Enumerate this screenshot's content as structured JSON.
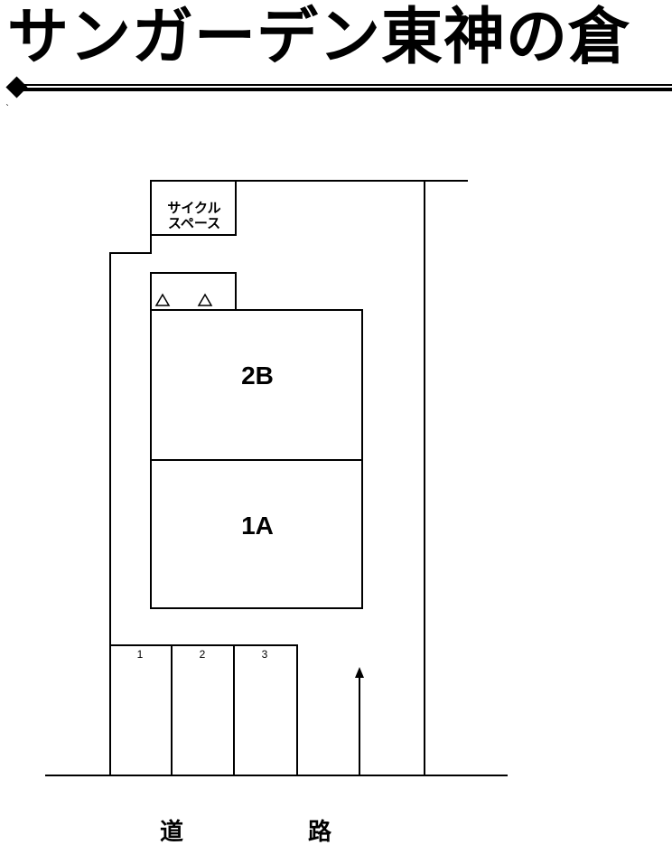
{
  "title": "サンガーデン東神の倉",
  "cycle_space": {
    "line1": "サイクル",
    "line2": "スペース"
  },
  "units": {
    "upper": "2B",
    "lower": "1A"
  },
  "parking": [
    "1",
    "2",
    "3"
  ],
  "road": {
    "char1": "道",
    "char2": "路"
  },
  "icons": [
    "diamond-bullet-icon",
    "triangle-icon",
    "arrow-up-icon"
  ]
}
